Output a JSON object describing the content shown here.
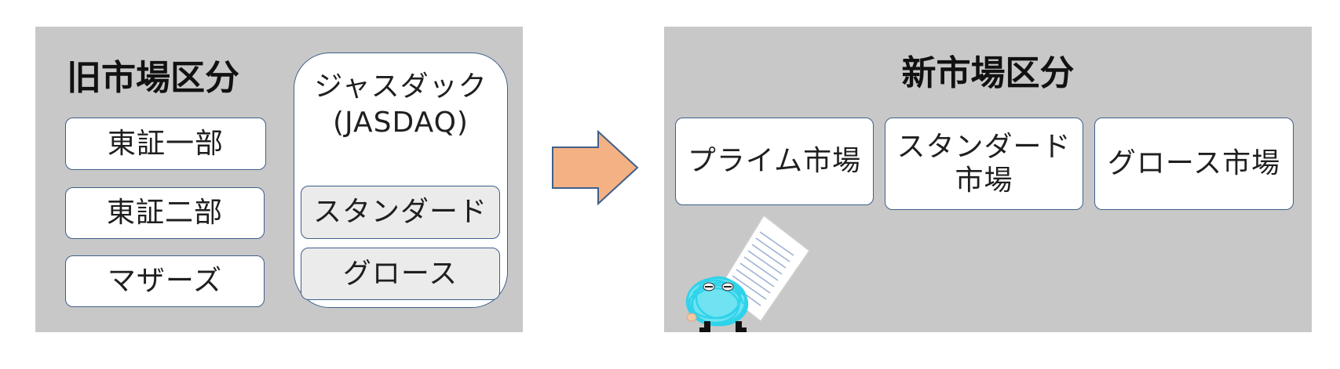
{
  "old_market": {
    "title": "旧市場区分",
    "boxes": [
      "東証一部",
      "東証二部",
      "マザーズ"
    ],
    "jasdaq": {
      "title": "ジャスダック\n(JASDAQ)",
      "sub_boxes": [
        "スタンダード",
        "グロース"
      ]
    }
  },
  "new_market": {
    "title": "新市場区分",
    "boxes": [
      "プライム市場",
      "スタンダード\n市場",
      "グロース市場"
    ]
  },
  "colors": {
    "panel_bg": "#c8c8c8",
    "box_border": "#3f5f8a",
    "arrow_fill": "#f4b183",
    "arrow_stroke": "#3f5f8a",
    "gray_box": "#ebebeb"
  },
  "icons": [
    "arrow-right-icon",
    "mascot-with-document-illustration"
  ]
}
